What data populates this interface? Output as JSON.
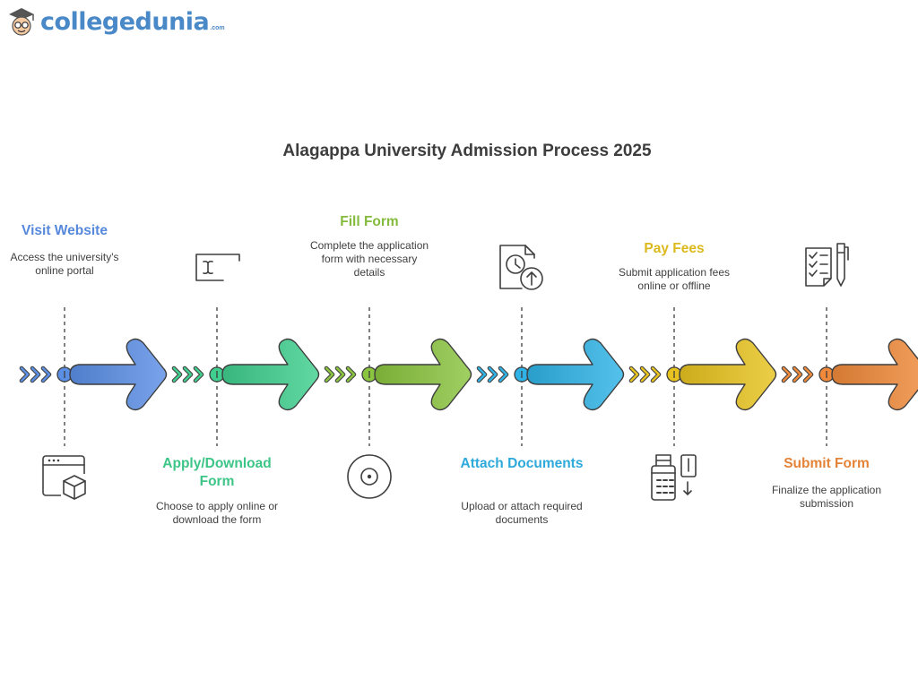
{
  "brand": {
    "name": "collegedunia",
    "suffix": ".com"
  },
  "diagram": {
    "title": "Alagappa University Admission Process 2025",
    "steps": [
      {
        "title": "Visit Website",
        "description": "Access the university's online portal",
        "color": "#5b8fe6",
        "icon": "browser-box-icon",
        "label_position": "top"
      },
      {
        "title": "Apply/Download Form",
        "description": "Choose to apply online or download the form",
        "color": "#3fcf8e",
        "icon": "text-cursor-icon",
        "label_position": "bottom"
      },
      {
        "title": "Fill Form",
        "description": "Complete the application form with necessary details",
        "color": "#8bc53f",
        "icon": "target-icon",
        "label_position": "top"
      },
      {
        "title": "Attach Documents",
        "description": "Upload or attach required documents",
        "color": "#2fb3e6",
        "icon": "document-upload-icon",
        "label_position": "bottom"
      },
      {
        "title": "Pay Fees",
        "description": "Submit application fees online or offline",
        "color": "#e8c31f",
        "icon": "payment-terminal-icon",
        "label_position": "top"
      },
      {
        "title": "Submit Form",
        "description": "Finalize the application submission",
        "color": "#f08a3a",
        "icon": "checklist-pen-icon",
        "label_position": "bottom"
      }
    ]
  }
}
